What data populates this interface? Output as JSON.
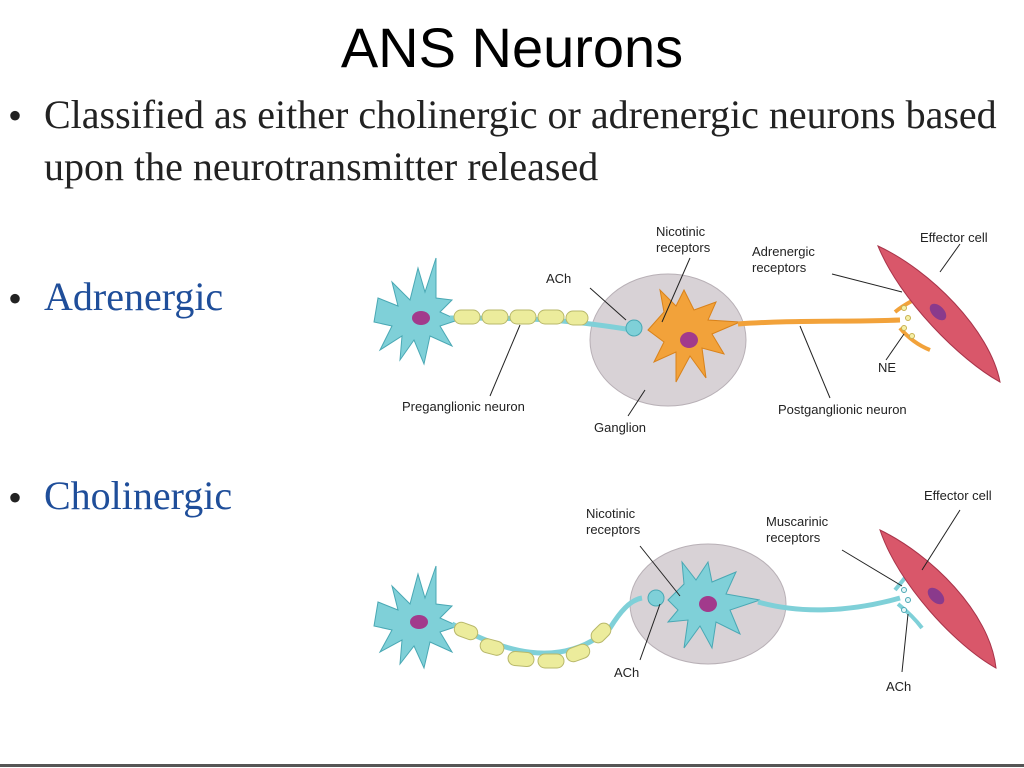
{
  "slide": {
    "title": "ANS Neurons",
    "bullets": [
      {
        "marker": "•",
        "text": "Classified as either cholinergic or adrenergic neurons based upon the neurotransmitter released"
      },
      {
        "marker": "•",
        "text": "Adrenergic"
      },
      {
        "marker": "•",
        "text": "Cholinergic"
      }
    ]
  },
  "diagram_top": {
    "labels": {
      "nicotinic": [
        "Nicotinic",
        "receptors"
      ],
      "ach": "ACh",
      "adrenergic_receptors": [
        "Adrenergic",
        "receptors"
      ],
      "effector": "Effector cell",
      "ne": "NE",
      "preganglionic": "Preganglionic neuron",
      "ganglion": "Ganglion",
      "postganglionic": "Postganglionic neuron"
    }
  },
  "diagram_bottom": {
    "labels": {
      "nicotinic": [
        "Nicotinic",
        "receptors"
      ],
      "muscarinic": [
        "Muscarinic",
        "receptors"
      ],
      "effector": "Effector cell",
      "ach_ganglion": "ACh",
      "ach_effector": "ACh"
    }
  },
  "colors": {
    "neuron_blue": "#7fd0d8",
    "neuron_orange": "#f2a23a",
    "myelin": "#ecec9c",
    "nucleus": "#a23a8c",
    "ganglion": "#d8d2d6",
    "muscle": "#d9576a",
    "bullet_blue": "#1f4e9a"
  }
}
